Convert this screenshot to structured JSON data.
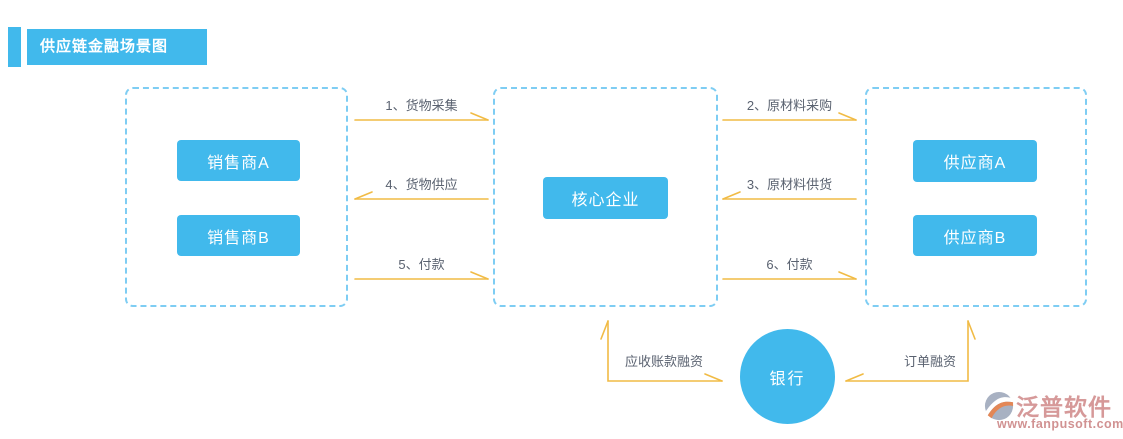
{
  "title": "供应链金融场景图",
  "colors": {
    "accent": "#41b9ec",
    "box_border": "#7ecdf3",
    "arrow": "#f1bb45",
    "label_text": "#5a6270"
  },
  "nodes": {
    "seller_a": "销售商A",
    "seller_b": "销售商B",
    "core": "核心企业",
    "supplier_a": "供应商A",
    "supplier_b": "供应商B",
    "bank": "银行"
  },
  "flows": {
    "f1": {
      "label": "1、货物采集",
      "from": "销售商",
      "to": "核心企业",
      "direction": "right"
    },
    "f4": {
      "label": "4、货物供应",
      "from": "核心企业",
      "to": "销售商",
      "direction": "left"
    },
    "f5": {
      "label": "5、付款",
      "from": "销售商",
      "to": "核心企业",
      "direction": "right"
    },
    "f2": {
      "label": "2、原材料采购",
      "from": "核心企业",
      "to": "供应商",
      "direction": "right"
    },
    "f3": {
      "label": "3、原材料供货",
      "from": "供应商",
      "to": "核心企业",
      "direction": "left"
    },
    "f6": {
      "label": "6、付款",
      "from": "核心企业",
      "to": "供应商",
      "direction": "right"
    },
    "receivable_financing": {
      "label": "应收账款融资",
      "between": [
        "银行",
        "核心企业"
      ]
    },
    "order_financing": {
      "label": "订单融资",
      "between": [
        "银行",
        "供应商"
      ]
    }
  },
  "watermark": {
    "brand": "泛普软件",
    "url": "www.fanpusoft.com"
  }
}
